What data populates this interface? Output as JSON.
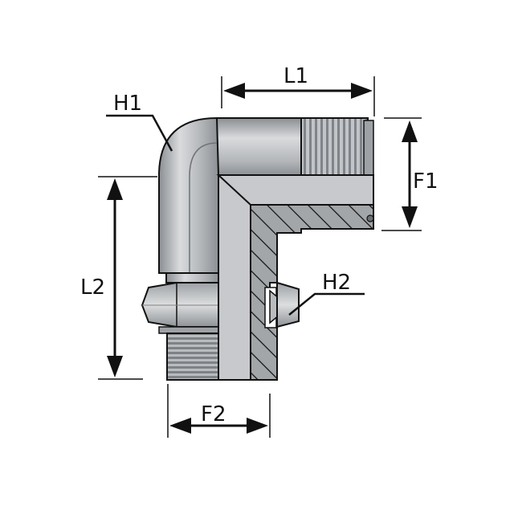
{
  "labels": {
    "l1": "L1",
    "l2": "L2",
    "f1": "F1",
    "f2": "F2",
    "h1": "H1",
    "h2": "H2"
  },
  "colors": {
    "line": "#111111",
    "metal_light": "#d4d6d8",
    "metal_mid": "#aeb1b4",
    "metal_dark": "#7c8084",
    "section_fill": "#9a9da0"
  }
}
